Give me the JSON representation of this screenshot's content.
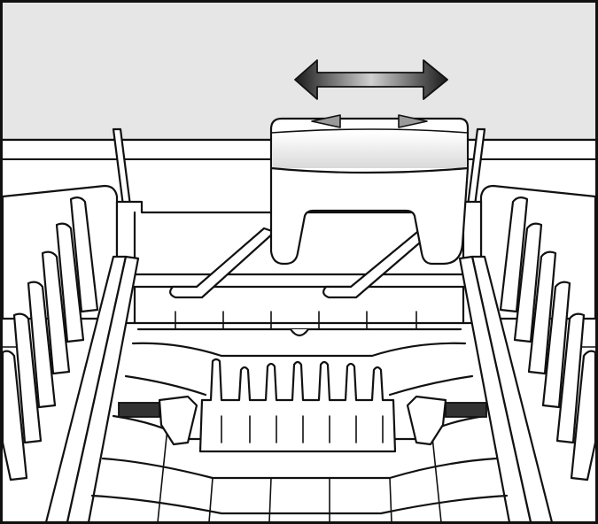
{
  "figure": {
    "kind": "technical-illustration",
    "subject": "dishwasher-rack-height-adjuster",
    "text_labels": []
  },
  "colors": {
    "outline": "#111111",
    "panel": "#e6e6e6",
    "arrow_dark": "#1a1a1a",
    "arrow_mid": "#8c8c8c",
    "arrow_light": "#c8c8c8",
    "wire_fill": "#ffffff",
    "shadow": "#bfbfbf"
  },
  "icons": {
    "double_arrow": "left-right-double-arrow-icon",
    "clip_arrows": "small-triangle-arrows"
  }
}
